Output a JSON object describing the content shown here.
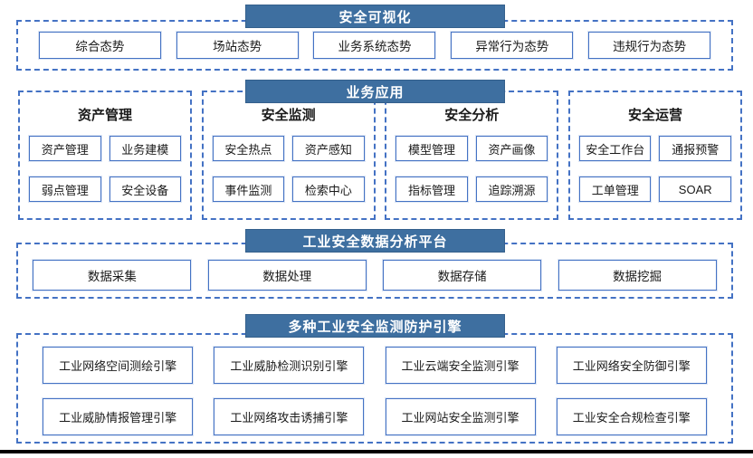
{
  "colors": {
    "banner_bg": "#3E6FA0",
    "banner_border": "#35608C",
    "banner_text": "#FFFFFF",
    "line_blue": "#4472C4",
    "text_dark": "#1A1A1A",
    "bottom_bar": "#000000"
  },
  "sections": {
    "visualization": {
      "title": "安全可视化",
      "boxes": [
        "综合态势",
        "场站态势",
        "业务系统态势",
        "异常行为态势",
        "违规行为态势"
      ]
    },
    "business": {
      "title": "业务应用",
      "groups": [
        {
          "title": "资产管理",
          "boxes": [
            "资产管理",
            "业务建模",
            "弱点管理",
            "安全设备"
          ]
        },
        {
          "title": "安全监测",
          "boxes": [
            "安全热点",
            "资产感知",
            "事件监测",
            "检索中心"
          ]
        },
        {
          "title": "安全分析",
          "boxes": [
            "模型管理",
            "资产画像",
            "指标管理",
            "追踪溯源"
          ]
        },
        {
          "title": "安全运营",
          "boxes": [
            "安全工作台",
            "通报预警",
            "工单管理",
            "SOAR"
          ]
        }
      ]
    },
    "platform": {
      "title": "工业安全数据分析平台",
      "boxes": [
        "数据采集",
        "数据处理",
        "数据存储",
        "数据挖掘"
      ]
    },
    "engines": {
      "title": "多种工业安全监测防护引擎",
      "rows": [
        [
          "工业网络空间测绘引擎",
          "工业威胁检测识别引擎",
          "工业云端安全监测引擎",
          "工业网络安全防御引擎"
        ],
        [
          "工业威胁情报管理引擎",
          "工业网络攻击诱捕引擎",
          "工业网站安全监测引擎",
          "工业安全合规检查引擎"
        ]
      ]
    }
  }
}
